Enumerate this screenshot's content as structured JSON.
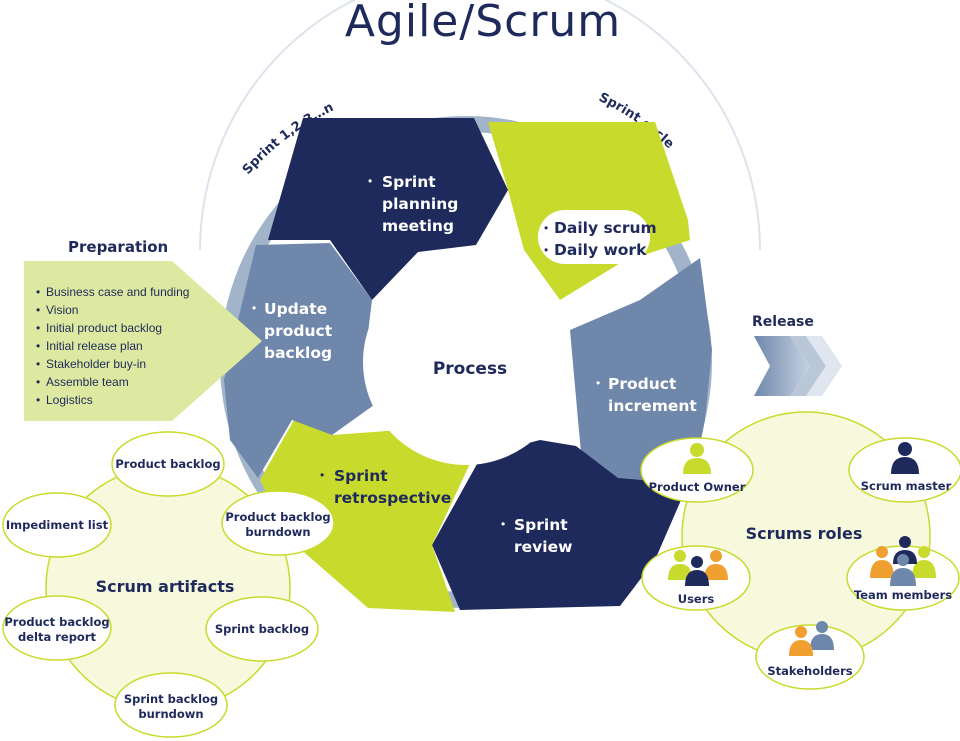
{
  "title": "Agile/Scrum",
  "cycle": {
    "arc_left": "Sprint 1,2,3…n",
    "arc_right": "Sprint cycle",
    "center": "Process",
    "segments": {
      "planning": [
        "Sprint",
        "planning",
        "meeting"
      ],
      "daily": [
        "Daily scrum",
        "Daily work"
      ],
      "increment": [
        "Product",
        "increment"
      ],
      "review": [
        "Sprint",
        "review"
      ],
      "retrospective": [
        "Sprint",
        "retrospective"
      ],
      "backlog": [
        "Update",
        "product",
        "backlog"
      ]
    }
  },
  "preparation": {
    "heading": "Preparation",
    "items": [
      "Business case and funding",
      "Vision",
      "Initial product backlog",
      "Initial release plan",
      "Stakeholder buy-in",
      "Assemble team",
      "Logistics"
    ]
  },
  "release": {
    "label": "Release"
  },
  "artifacts": {
    "heading": "Scrum artifacts",
    "items": {
      "product_backlog": [
        "Product backlog"
      ],
      "burndown": [
        "Product backlog",
        "burndown"
      ],
      "impediment": [
        "Impediment list"
      ],
      "delta": [
        "Product backlog",
        "delta report"
      ],
      "sprint_backlog": [
        "Sprint backlog"
      ],
      "sprint_burndown": [
        "Sprint backlog",
        "burndown"
      ]
    }
  },
  "roles": {
    "heading": "Scrums roles",
    "items": {
      "product_owner": "Product Owner",
      "scrum_master": "Scrum master",
      "users": "Users",
      "team_members": "Team members",
      "stakeholders": "Stakeholders"
    }
  },
  "colors": {
    "navy": "#1f2a5c",
    "lime": "#c8da2b",
    "slate": "#6f87ab",
    "ring": "#a2b4ca",
    "pale": "#f6f9dc",
    "orange": "#f0a030"
  }
}
